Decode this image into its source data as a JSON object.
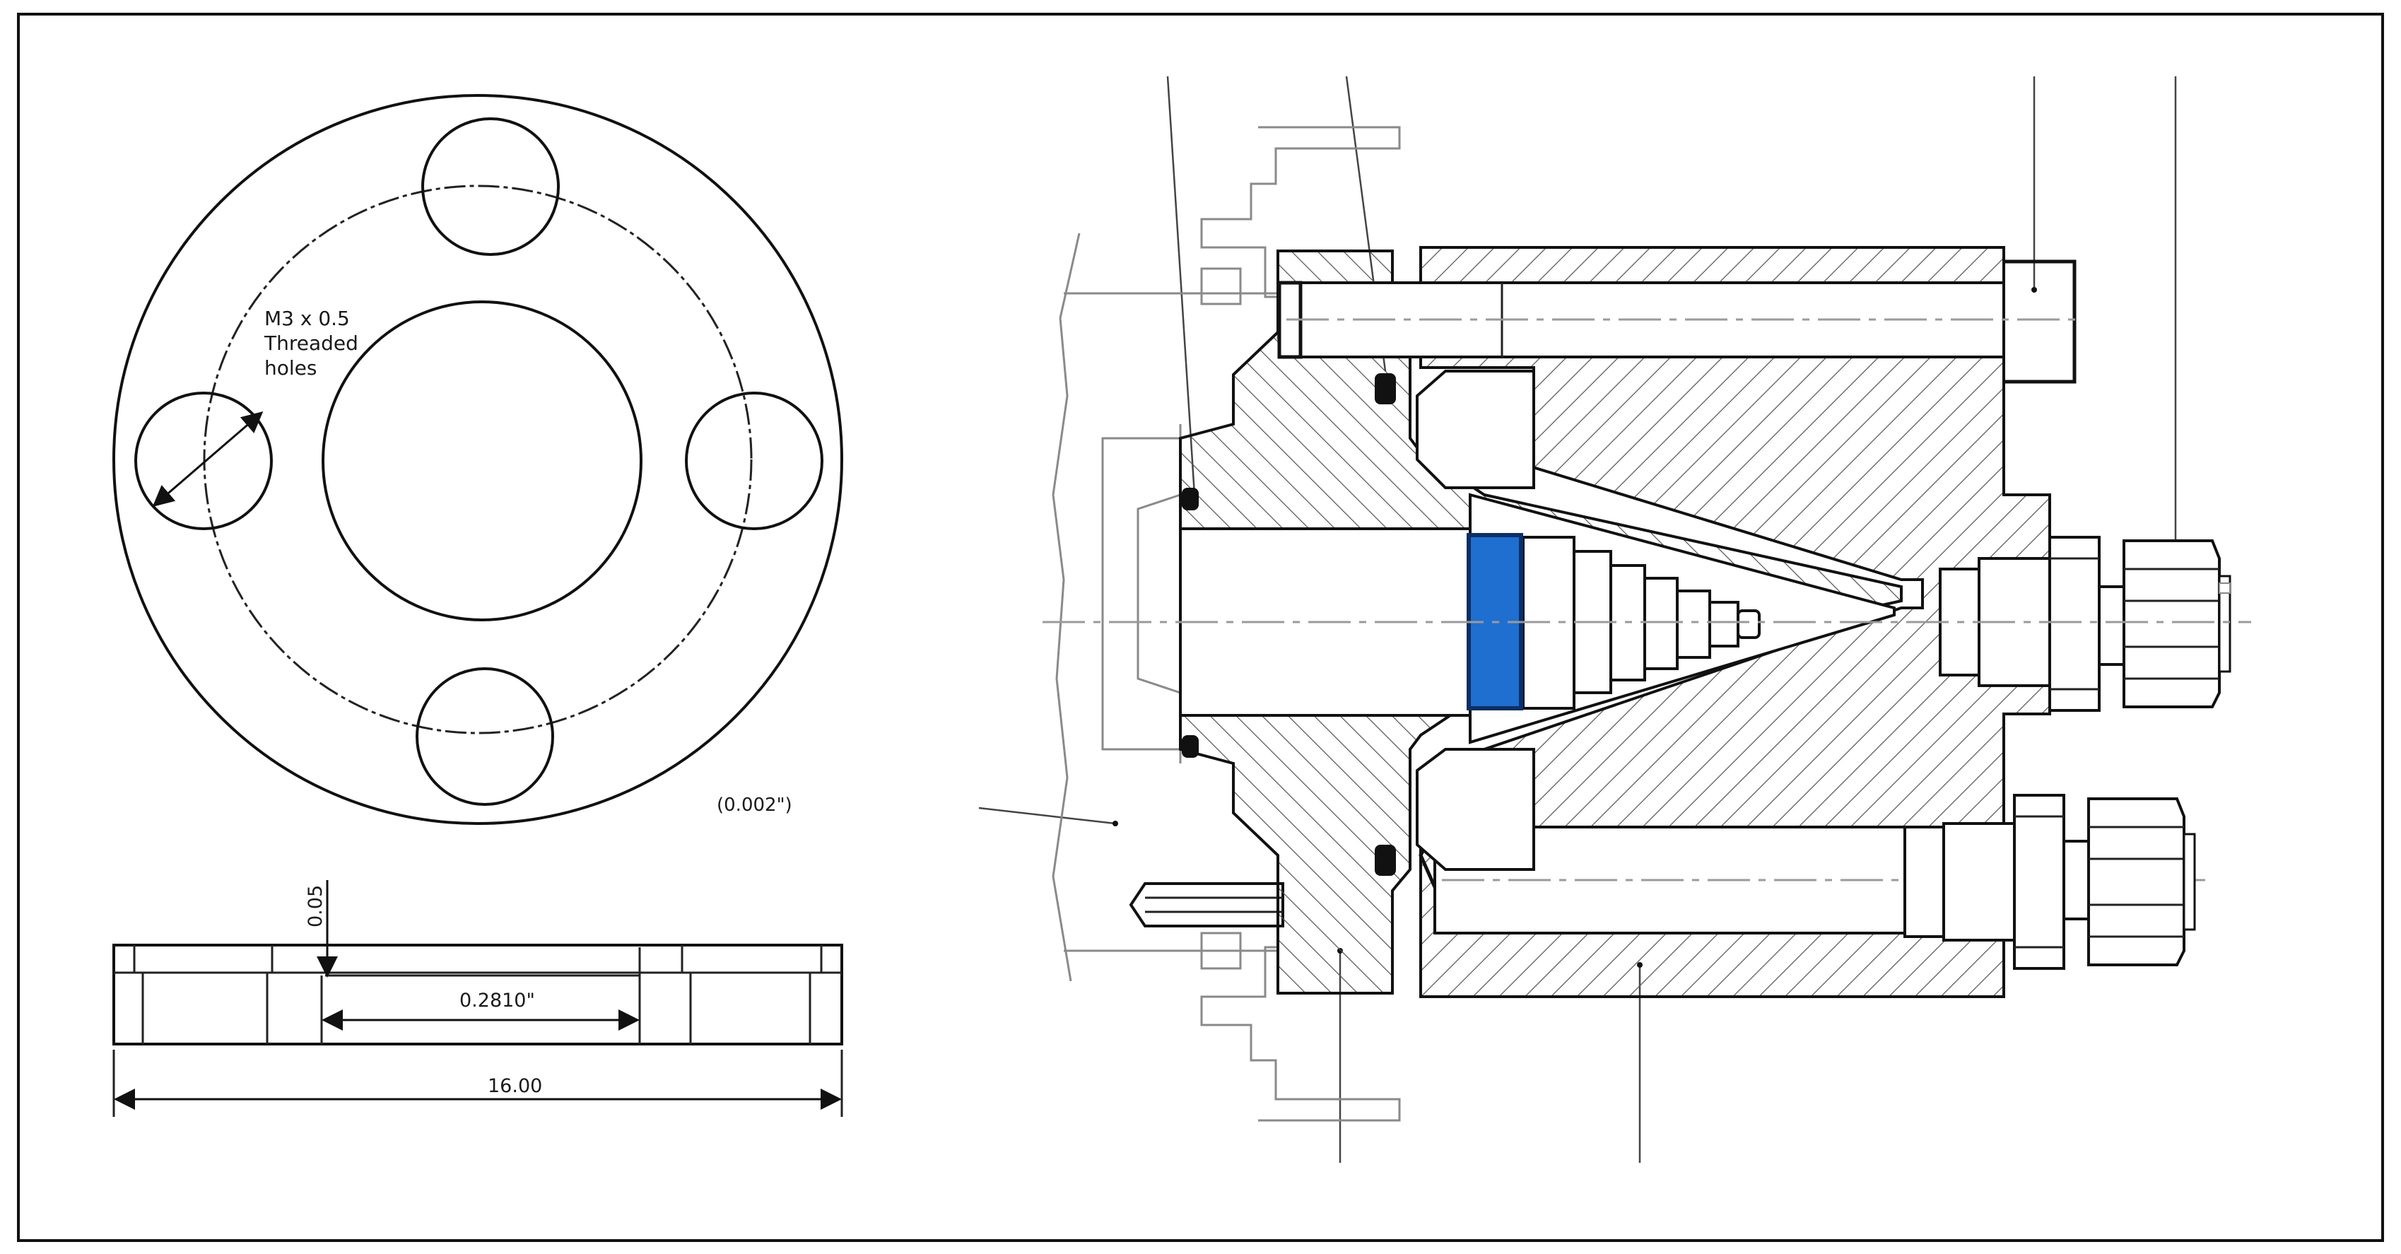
{
  "plan_view": {
    "thread_note_line1": "M3 x 0.5",
    "thread_note_line2": "Threaded",
    "thread_note_line3": "holes",
    "tolerance_note": "(0.002\")"
  },
  "side_view": {
    "thickness_dim": "0.05",
    "bore_dim": "0.2810\"",
    "overall_dim": "16.00"
  },
  "colors": {
    "line": "#111111",
    "construction": "#8a8a8a",
    "highlight_fill": "#1f6fd0",
    "highlight_stroke": "#0b2f66"
  }
}
